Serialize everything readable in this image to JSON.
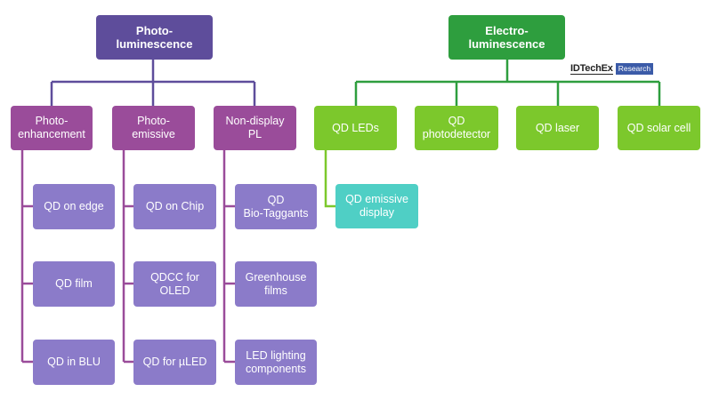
{
  "colors": {
    "pl_root": "#5e4d9b",
    "pl_category": "#9a4c9a",
    "pl_leaf": "#8b7bc9",
    "el_root": "#2e9e3e",
    "el_category": "#7cc82c",
    "el_leaf": "#4fcfc5",
    "pl_connector": "#5e4d9b",
    "el_connector": "#2e9e3e"
  },
  "brand": {
    "name": "IDTechEx",
    "tag": "Research"
  },
  "photoluminescence": {
    "title": "Photo-luminescence",
    "categories": [
      {
        "label": "Photo-\nenhancement",
        "children": [
          "QD on edge",
          "QD film",
          "QD in BLU"
        ]
      },
      {
        "label": "Photo-emissive",
        "children": [
          "QD on Chip",
          "QDCC for OLED",
          "QD for µLED"
        ]
      },
      {
        "label": "Non-display PL",
        "children": [
          "QD\nBio-Taggants",
          "Greenhouse\nfilms",
          "LED lighting\ncomponents"
        ]
      }
    ]
  },
  "electroluminescence": {
    "title": "Electro-luminescence",
    "categories": [
      {
        "label": "QD LEDs",
        "children": [
          "QD emissive\ndisplay"
        ]
      },
      {
        "label": "QD\nphotodetector",
        "children": []
      },
      {
        "label": "QD laser",
        "children": []
      },
      {
        "label": "QD solar cell",
        "children": []
      }
    ]
  }
}
